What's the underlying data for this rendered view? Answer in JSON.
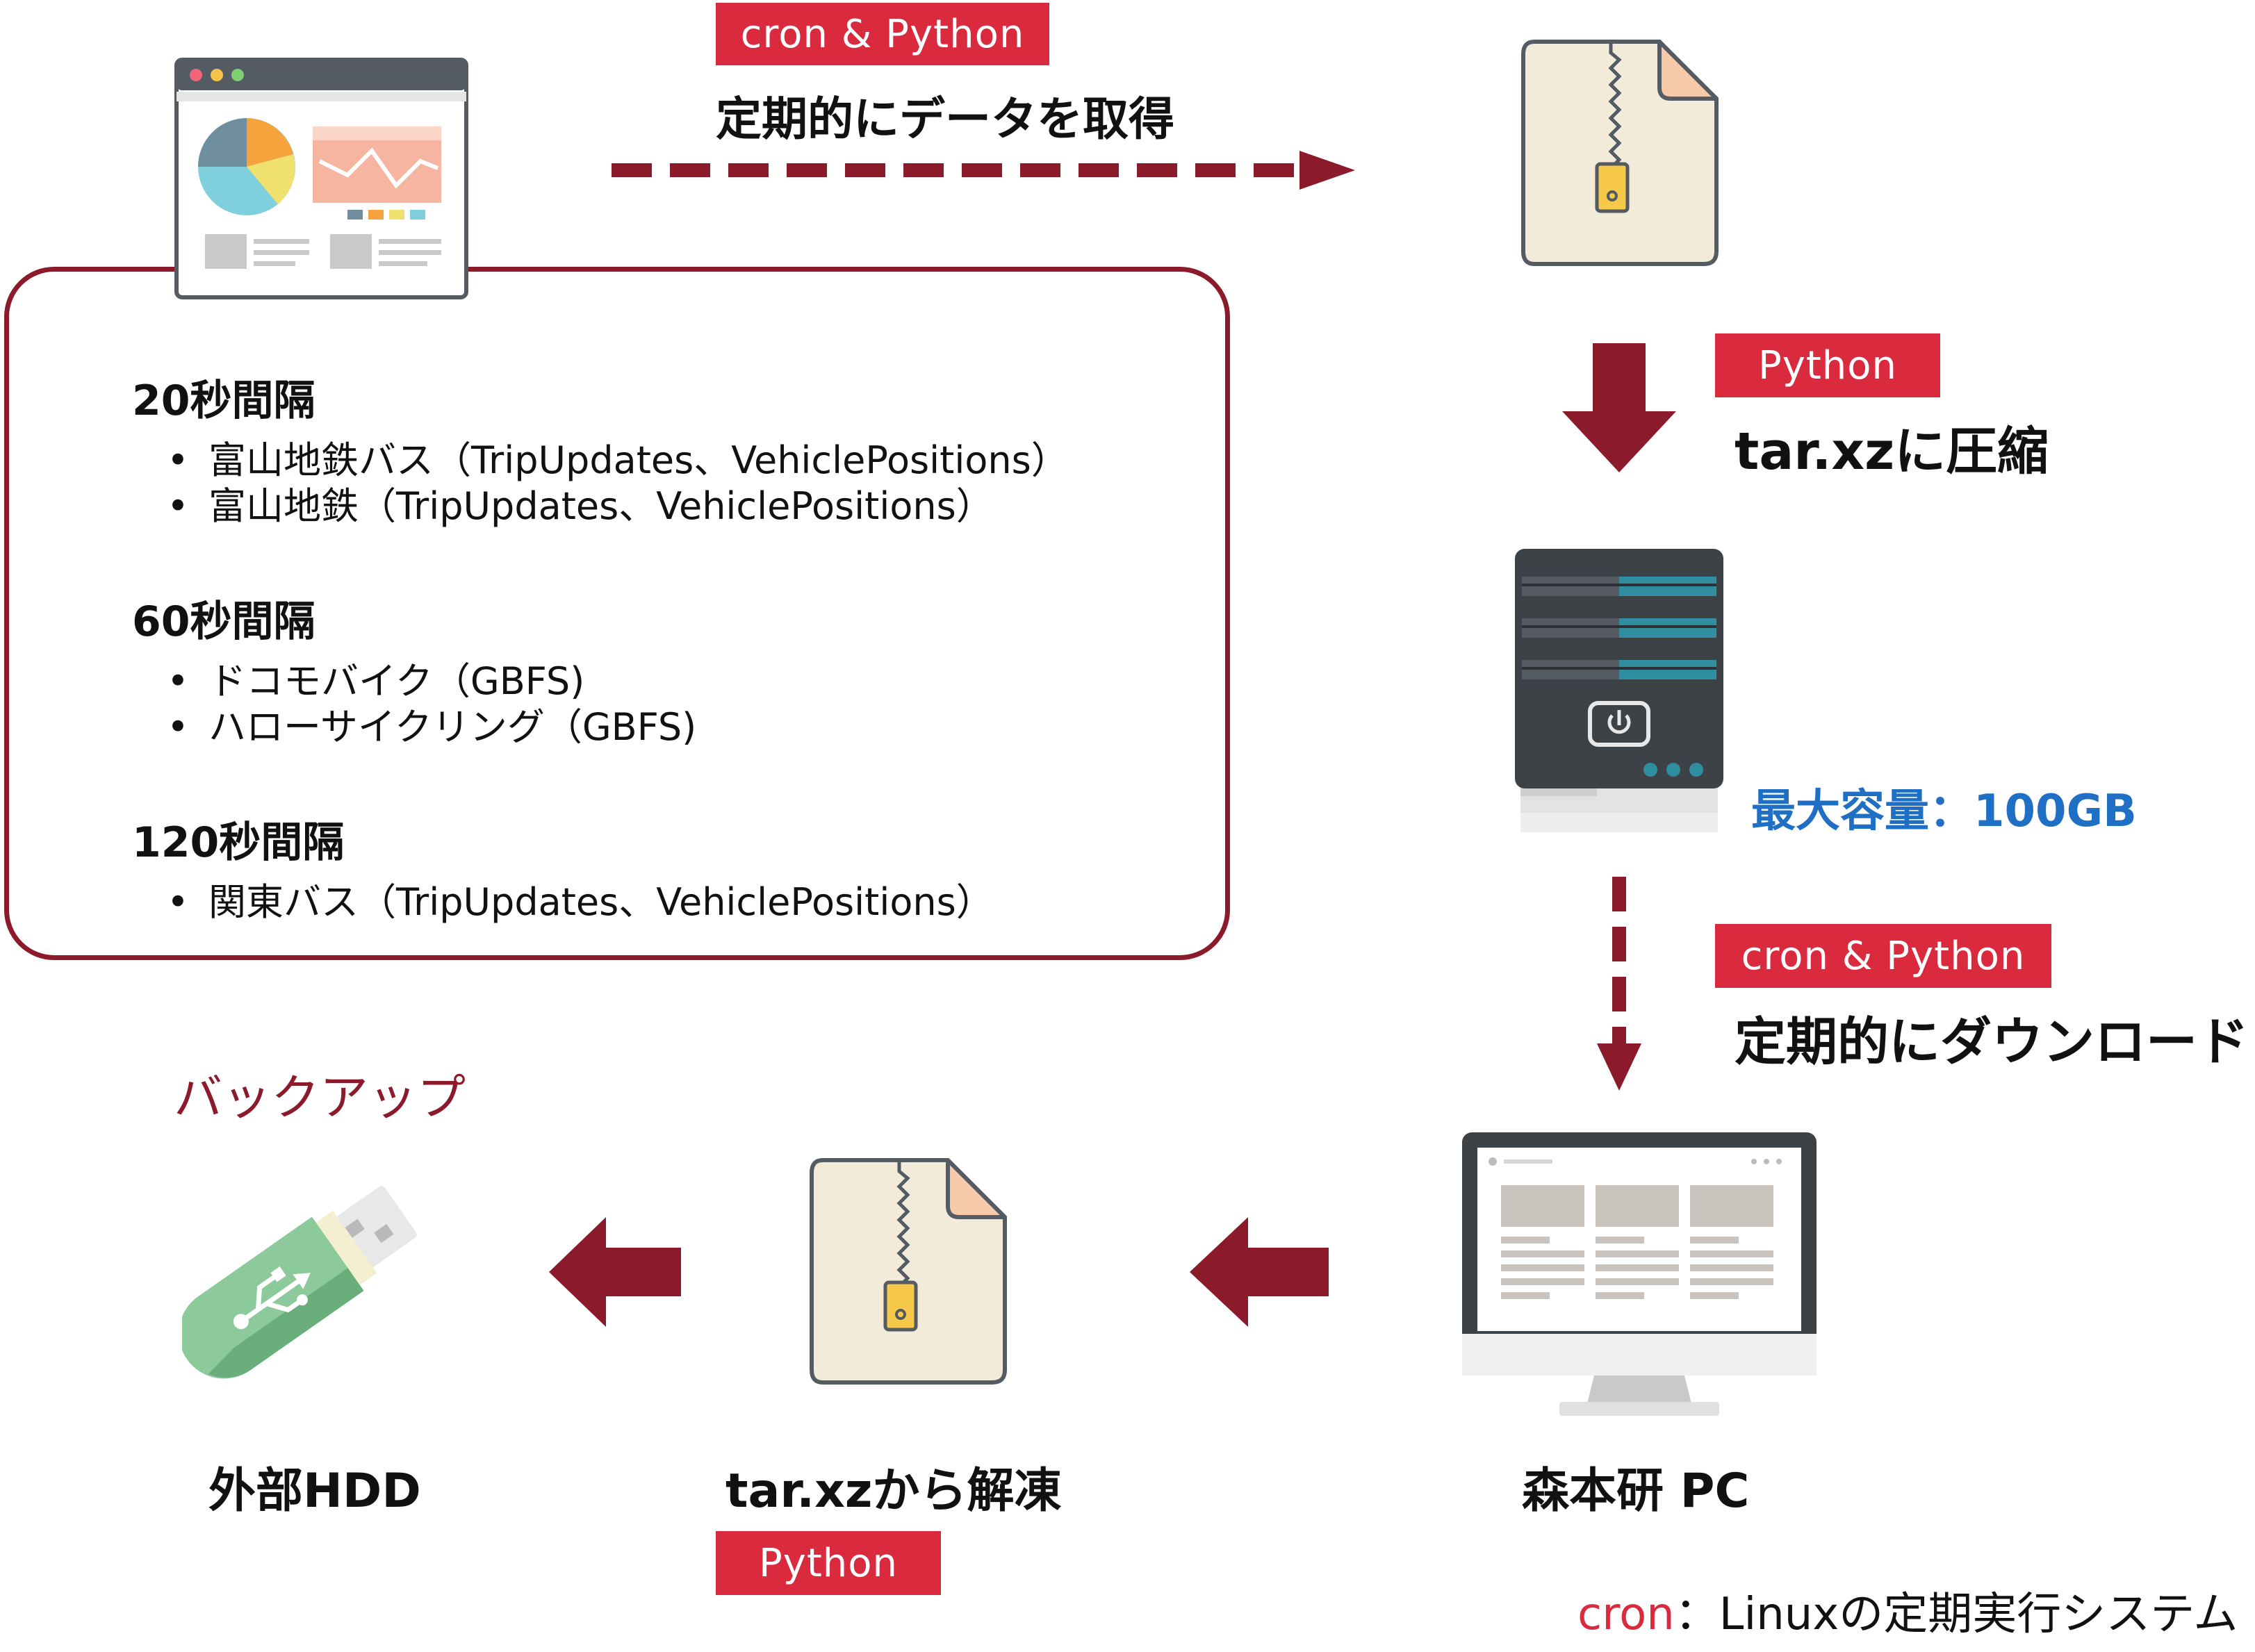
{
  "top_flow": {
    "badge": "cron & Python",
    "caption": "定期的にデータを取得"
  },
  "compress_step": {
    "badge": "Python",
    "caption": "tar.xzに圧縮"
  },
  "server": {
    "capacity": "最大容量：100GB"
  },
  "download_step": {
    "badge": "cron & Python",
    "caption": "定期的にダウンロード"
  },
  "intervals": [
    {
      "title": "20秒間隔",
      "items": [
        "富山地鉄バス（TripUpdates、VehiclePositions）",
        "富山地鉄（TripUpdates、VehiclePositions）"
      ]
    },
    {
      "title": "60秒間隔",
      "items": [
        "ドコモバイク（GBFS)",
        "ハローサイクリング（GBFS)"
      ]
    },
    {
      "title": "120秒間隔",
      "items": [
        "関東バス（TripUpdates、VehiclePositions）"
      ]
    }
  ],
  "backup_label": "バックアップ",
  "nodes": {
    "external_hdd": "外部HDD",
    "extract": "tar.xzから解凍",
    "lab_pc": "森本研 PC"
  },
  "extract_badge": "Python",
  "footnote": {
    "term": "cron",
    "definition": "：Linuxの定期実行システム"
  },
  "colors": {
    "accent_dark": "#8b1a2b",
    "badge_red": "#d92a3e",
    "capacity_blue": "#1f6fc5",
    "file_fill": "#f2ebda",
    "usb_green": "#8cc99b"
  }
}
